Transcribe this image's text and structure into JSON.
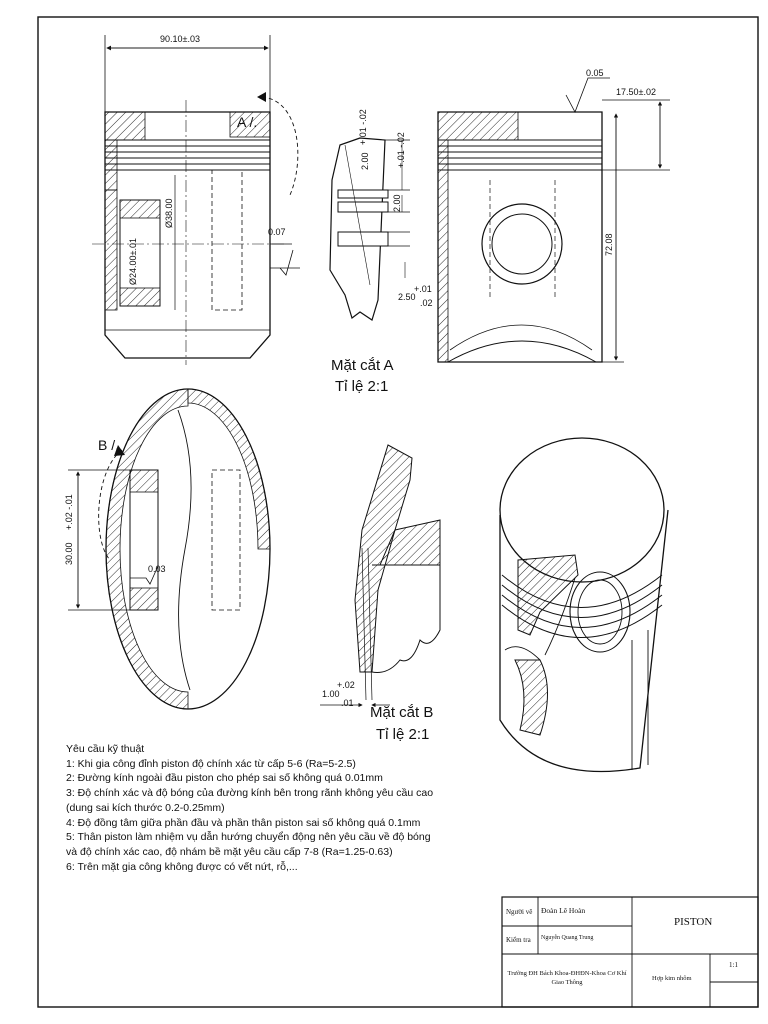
{
  "dimensions": {
    "overall_width": "90.10±.03",
    "pin_bore": "Ø24.00±.01",
    "inner_dia": "Ø38.00",
    "runout_front": "0.07",
    "roughness_top": "0.05",
    "top_height": "17.50±.02",
    "total_height": "72.08",
    "ring_groove_1": "2.00",
    "ring_groove_1_tol": "+.01 -.02",
    "ring_groove_2": "2.00",
    "ring_groove_2_tol": "+.01 -.02",
    "ring_groove_3": "2.50",
    "ring_groove_3_tol_upper": "+.01",
    "ring_groove_3_tol_lower": ".02",
    "boss_width": "30.00",
    "boss_width_tol": "+.02 -.01",
    "runout_bottom": "0.03",
    "detail_b_dim": "1.00",
    "detail_b_tol_upper": "+.02",
    "detail_b_tol_lower": ".01"
  },
  "section_marks": {
    "a": "A /.",
    "b": "B /."
  },
  "section_a": {
    "title": "Mặt cắt A",
    "scale": "Tỉ lệ 2:1"
  },
  "section_b": {
    "title": "Mặt cắt B",
    "scale": "Tỉ lệ 2:1"
  },
  "notes": {
    "heading": "Yêu cầu kỹ thuật",
    "lines": [
      "1: Khi gia công đỉnh piston độ chính xác từ cấp 5-6 (Ra=5-2.5)",
      "2: Đường kính ngoài đầu piston cho phép sai số không quá 0.01mm",
      "3: Độ chính xác và độ bóng của đường kính bên trong rãnh không yêu cầu cao",
      "(dung sai kích thước 0.2-0.25mm)",
      "4: Độ đồng tâm giữa phần đầu và phần thân piston sai số không quá 0.1mm",
      "5: Thân piston làm nhiệm vụ dẫn hướng chuyển động nên yêu cầu về độ bóng",
      "và độ chính xác cao, độ nhám bề mặt yêu cầu cấp 7-8 (Ra=1.25-0.63)",
      "6: Trên mặt gia công không được có vết nứt, rỗ,..."
    ]
  },
  "title_block": {
    "drawn_label": "Người vẽ",
    "drawn_name": "Đoàn Lê Hoàn",
    "checked_label": "Kiểm tra",
    "checked_name": "Nguyễn Quang Trung",
    "part_name": "PISTON",
    "school": "Trường ĐH Bách Khoa-ĐHĐN-Khoa Cơ Khí Giao Thông",
    "material": "Hợp kim nhôm",
    "scale": "1:1"
  }
}
